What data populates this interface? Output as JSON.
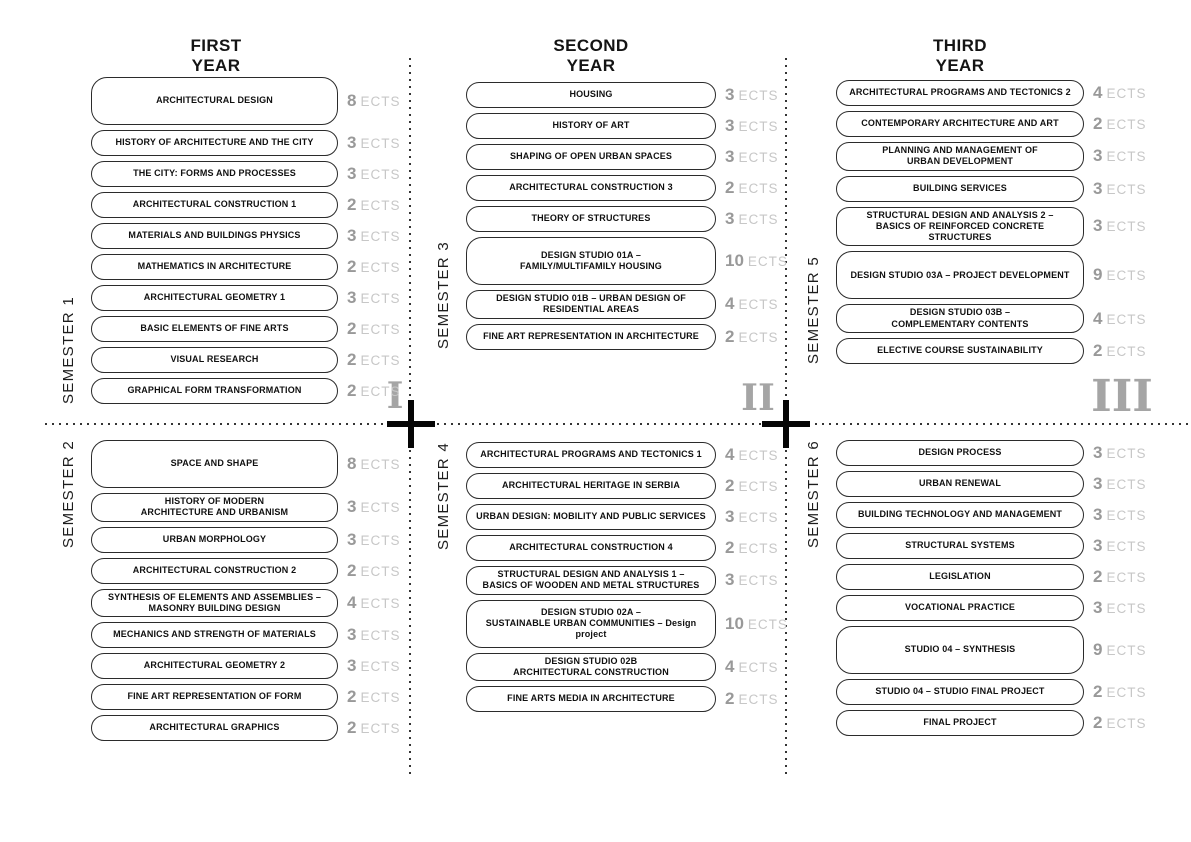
{
  "ects_unit": "ECTS",
  "colors": {
    "box_border": "#2b2b2b",
    "ects_number_gray": "#999999",
    "ects_unit_gray": "#c7c7c7",
    "numeral_gray": "#a5a5a5",
    "line_black": "#050505"
  },
  "dividers": {
    "numerals": [
      "I",
      "II",
      "III"
    ]
  },
  "columns": [
    {
      "year_title": "FIRST\nYEAR",
      "numeral": "I",
      "semesters": [
        {
          "label": "SEMESTER 1",
          "courses": [
            {
              "lines": [
                "ARCHITECTURAL DESIGN"
              ],
              "ects": "8",
              "size": "large"
            },
            {
              "lines": [
                "HISTORY OF ARCHITECTURE AND THE CITY"
              ],
              "ects": "3"
            },
            {
              "lines": [
                "THE CITY: FORMS AND PROCESSES"
              ],
              "ects": "3"
            },
            {
              "lines": [
                "ARCHITECTURAL CONSTRUCTION 1"
              ],
              "ects": "2"
            },
            {
              "lines": [
                "MATERIALS AND BUILDINGS PHYSICS"
              ],
              "ects": "3"
            },
            {
              "lines": [
                "MATHEMATICS IN ARCHITECTURE"
              ],
              "ects": "2"
            },
            {
              "lines": [
                "ARCHITECTURAL GEOMETRY 1"
              ],
              "ects": "3"
            },
            {
              "lines": [
                "BASIC ELEMENTS OF FINE ARTS"
              ],
              "ects": "2"
            },
            {
              "lines": [
                "VISUAL RESEARCH"
              ],
              "ects": "2"
            },
            {
              "lines": [
                "GRAPHICAL FORM TRANSFORMATION"
              ],
              "ects": "2"
            }
          ]
        },
        {
          "label": "SEMESTER 2",
          "courses": [
            {
              "lines": [
                "SPACE AND SHAPE"
              ],
              "ects": "8",
              "size": "large"
            },
            {
              "lines": [
                "HISTORY OF MODERN",
                "ARCHITECTURE AND URBANISM"
              ],
              "ects": "3"
            },
            {
              "lines": [
                "URBAN MORPHOLOGY"
              ],
              "ects": "3"
            },
            {
              "lines": [
                "ARCHITECTURAL CONSTRUCTION 2"
              ],
              "ects": "2"
            },
            {
              "lines": [
                "SYNTHESIS OF ELEMENTS AND ASSEMBLIES –",
                "MASONRY BUILDING DESIGN"
              ],
              "ects": "4"
            },
            {
              "lines": [
                "MECHANICS AND STRENGTH OF MATERIALS"
              ],
              "ects": "3"
            },
            {
              "lines": [
                "ARCHITECTURAL GEOMETRY 2"
              ],
              "ects": "3"
            },
            {
              "lines": [
                "FINE ART REPRESENTATION OF FORM"
              ],
              "ects": "2"
            },
            {
              "lines": [
                "ARCHITECTURAL GRAPHICS"
              ],
              "ects": "2"
            }
          ]
        }
      ]
    },
    {
      "year_title": "SECOND\nYEAR",
      "numeral": "II",
      "semesters": [
        {
          "label": "SEMESTER 3",
          "courses": [
            {
              "lines": [
                "HOUSING"
              ],
              "ects": "3"
            },
            {
              "lines": [
                "HISTORY OF ART"
              ],
              "ects": "3"
            },
            {
              "lines": [
                "SHAPING OF OPEN URBAN SPACES"
              ],
              "ects": "3"
            },
            {
              "lines": [
                "ARCHITECTURAL CONSTRUCTION 3"
              ],
              "ects": "2"
            },
            {
              "lines": [
                "THEORY OF STRUCTURES"
              ],
              "ects": "3"
            },
            {
              "lines": [
                "DESIGN STUDIO 01A –",
                "FAMILY/MULTIFAMILY HOUSING"
              ],
              "ects": "10",
              "size": "large"
            },
            {
              "lines": [
                "DESIGN STUDIO 01B – URBAN DESIGN OF",
                "RESIDENTIAL AREAS"
              ],
              "ects": "4"
            },
            {
              "lines": [
                "FINE ART REPRESENTATION IN ARCHITECTURE"
              ],
              "ects": "2"
            }
          ]
        },
        {
          "label": "SEMESTER 4",
          "courses": [
            {
              "lines": [
                "ARCHITECTURAL PROGRAMS AND TECTONICS 1"
              ],
              "ects": "4"
            },
            {
              "lines": [
                "ARCHITECTURAL HERITAGE IN SERBIA"
              ],
              "ects": "2"
            },
            {
              "lines": [
                "URBAN DESIGN: MOBILITY AND PUBLIC SERVICES"
              ],
              "ects": "3"
            },
            {
              "lines": [
                "ARCHITECTURAL CONSTRUCTION 4"
              ],
              "ects": "2"
            },
            {
              "lines": [
                "STRUCTURAL DESIGN AND ANALYSIS 1 –",
                "BASICS OF WOODEN AND METAL STRUCTURES"
              ],
              "ects": "3"
            },
            {
              "lines": [
                "DESIGN STUDIO 02A –",
                "SUSTAINABLE URBAN COMMUNITIES – Design project"
              ],
              "ects": "10",
              "size": "large"
            },
            {
              "lines": [
                "DESIGN STUDIO 02B",
                "ARCHITECTURAL CONSTRUCTION"
              ],
              "ects": "4"
            },
            {
              "lines": [
                "FINE ARTS MEDIA IN ARCHITECTURE"
              ],
              "ects": "2"
            }
          ]
        }
      ]
    },
    {
      "year_title": "THIRD\nYEAR",
      "numeral": "III",
      "semesters": [
        {
          "label": "SEMESTER 5",
          "courses": [
            {
              "lines": [
                "ARCHITECTURAL PROGRAMS AND TECTONICS 2"
              ],
              "ects": "4"
            },
            {
              "lines": [
                "CONTEMPORARY ARCHITECTURE AND ART"
              ],
              "ects": "2"
            },
            {
              "lines": [
                "PLANNING AND MANAGEMENT OF",
                "URBAN DEVELOPMENT"
              ],
              "ects": "3"
            },
            {
              "lines": [
                "BUILDING SERVICES"
              ],
              "ects": "3"
            },
            {
              "lines": [
                "STRUCTURAL DESIGN AND ANALYSIS 2 –",
                "BASICS OF REINFORCED CONCRETE STRUCTURES"
              ],
              "ects": "3"
            },
            {
              "lines": [
                "DESIGN STUDIO 03A – PROJECT DEVELOPMENT"
              ],
              "ects": "9",
              "size": "large"
            },
            {
              "lines": [
                "DESIGN STUDIO 03B –",
                "COMPLEMENTARY CONTENTS"
              ],
              "ects": "4"
            },
            {
              "lines": [
                "ELECTIVE COURSE SUSTAINABILITY"
              ],
              "ects": "2"
            }
          ]
        },
        {
          "label": "SEMESTER 6",
          "courses": [
            {
              "lines": [
                "DESIGN PROCESS"
              ],
              "ects": "3"
            },
            {
              "lines": [
                "URBAN RENEWAL"
              ],
              "ects": "3"
            },
            {
              "lines": [
                "BUILDING TECHNOLOGY AND MANAGEMENT"
              ],
              "ects": "3"
            },
            {
              "lines": [
                "STRUCTURAL SYSTEMS"
              ],
              "ects": "3"
            },
            {
              "lines": [
                "LEGISLATION"
              ],
              "ects": "2"
            },
            {
              "lines": [
                "VOCATIONAL PRACTICE"
              ],
              "ects": "3"
            },
            {
              "lines": [
                "STUDIO 04 – SYNTHESIS"
              ],
              "ects": "9",
              "size": "large"
            },
            {
              "lines": [
                "STUDIO 04 – STUDIO FINAL PROJECT"
              ],
              "ects": "2"
            },
            {
              "lines": [
                "FINAL PROJECT"
              ],
              "ects": "2"
            }
          ]
        }
      ]
    }
  ]
}
